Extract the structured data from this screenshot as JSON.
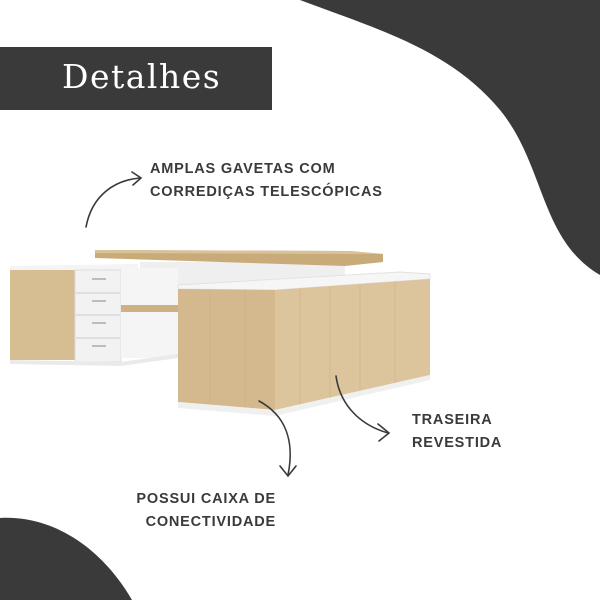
{
  "title": "Detalhes",
  "callouts": {
    "drawers": [
      "AMPLAS GAVETAS COM",
      "CORREDIÇAS TELESCÓPICAS"
    ],
    "back": [
      "TRASEIRA",
      "REVESTIDA"
    ],
    "connectivity": [
      "POSSUI CAIXA DE",
      "CONECTIVIDADE"
    ]
  },
  "colors": {
    "dark": "#3a3a3a",
    "wood": "#d9c29a",
    "white": "#f7f7f7"
  }
}
